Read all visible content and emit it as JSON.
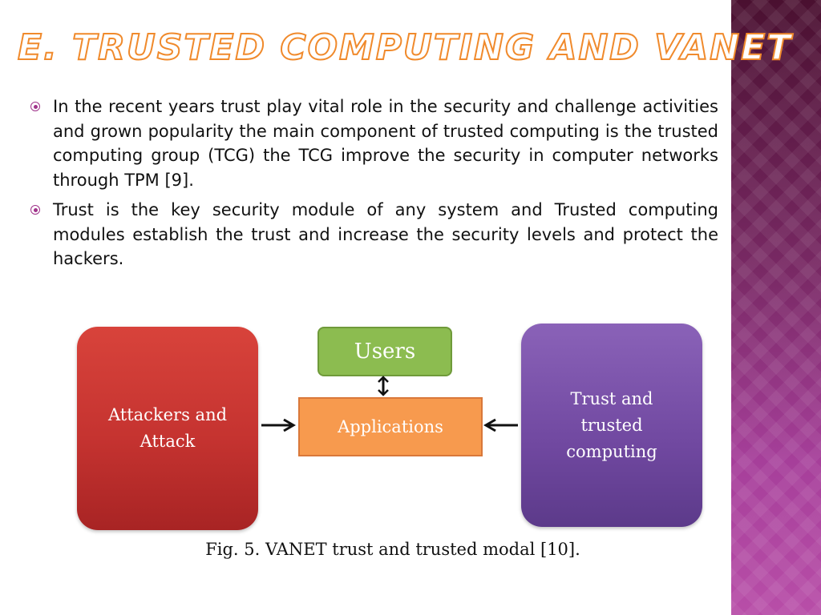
{
  "slide": {
    "title": "E. TRUSTED COMPUTING AND VANET",
    "bullets": [
      "In the recent years trust play vital role in the security and challenge activities and grown popularity the main component of trusted computing is the trusted computing group (TCG) the TCG improve the security in computer networks through TPM [9].",
      "Trust is the key security module of any system and Trusted computing modules establish the trust and increase the security levels and protect the hackers."
    ]
  },
  "diagram": {
    "attackers_label": "Attackers and Attack",
    "users_label": "Users",
    "applications_label": "Applications",
    "trust_label": "Trust and trusted computing",
    "caption": "Fig. 5. VANET trust and trusted modal [10]."
  },
  "colors": {
    "title_outline": "#f08a2c",
    "bullet": "#a0338a",
    "attackers": "#c53330",
    "users": "#8cbc50",
    "applications": "#f79a4e",
    "trust": "#7048a0",
    "side_band": "#7a2a66"
  },
  "icons": {
    "bullet": "circled-dot-icon",
    "arrow_left": "arrow-right-icon",
    "arrow_right": "arrow-left-icon",
    "arrow_vertical": "double-arrow-vertical-icon"
  }
}
